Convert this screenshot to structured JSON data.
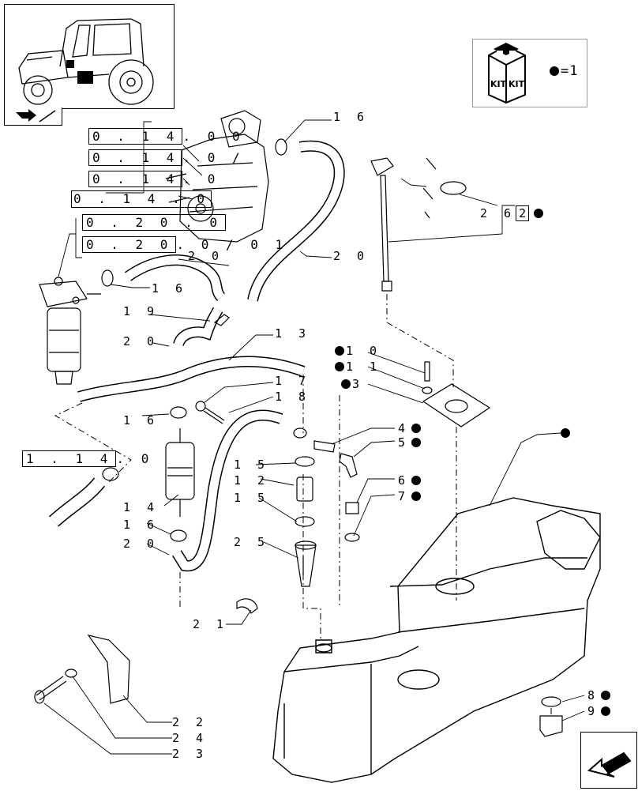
{
  "kit_legend": {
    "icon_text_left": "KIT",
    "icon_text_right": "KIT",
    "equals_text": "=1"
  },
  "refs": [
    {
      "id": "ref-1",
      "parts": [
        "0 . 1 4",
        ". 0 0"
      ]
    },
    {
      "id": "ref-2",
      "parts": [
        "0 . 1 4",
        ". 0 /"
      ]
    },
    {
      "id": "ref-3",
      "parts": [
        "0 . 1 4",
        ". 0"
      ]
    },
    {
      "id": "ref-4",
      "parts": [
        "0 . 1 4 . 0"
      ]
    },
    {
      "id": "ref-5",
      "parts": [
        "0 . 2 0 . 0"
      ]
    },
    {
      "id": "ref-6",
      "parts": [
        "0 . 2 0",
        ". 0 / 0 1"
      ]
    },
    {
      "id": "ref-7",
      "parts": [
        "1 . 1 4",
        ". 0"
      ]
    }
  ],
  "labels": {
    "l16a": "1 6",
    "l16b": "1 6",
    "l16c": "1 6",
    "l16d": "1 6",
    "l20a": "2 0",
    "l20b": "2 0",
    "l20c": "2 0",
    "l20d": "2 0",
    "l19": "1 9",
    "l13": "1 3",
    "l17": "1 7",
    "l18": "1 8",
    "l10": "1 0",
    "l11": "1 1",
    "l3": "3",
    "l4": "4",
    "l5": "5",
    "l6": "6",
    "l7": "7",
    "l15a": "1 5",
    "l12": "1 2",
    "l15b": "1 5",
    "l14": "1 4",
    "l25": "2 5",
    "l21": "2 1",
    "l22": "2 2",
    "l24": "2 4",
    "l23": "2 3",
    "l8": "8",
    "l9": "9",
    "l26": "2 6",
    "l26box": "2"
  }
}
